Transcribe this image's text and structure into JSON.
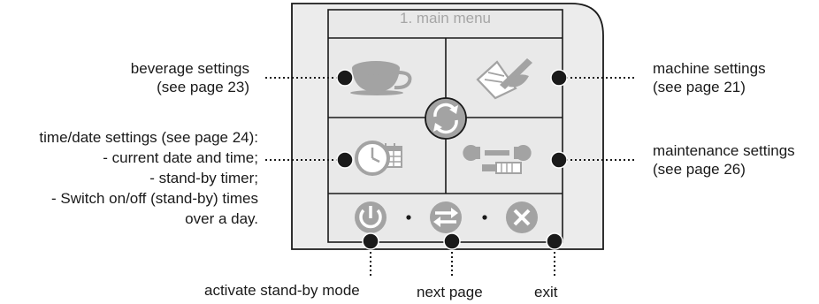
{
  "screen": {
    "title": "1. main menu"
  },
  "callouts": {
    "beverage": [
      "beverage settings",
      "(see page 23)"
    ],
    "machine": [
      "machine settings",
      "(see page 21)"
    ],
    "time_date": [
      "time/date settings (see page 24):",
      "- current date and time;",
      "- stand-by timer;",
      "- Switch on/off (stand-by) times",
      "over a day."
    ],
    "maintenance": [
      "maintenance settings",
      "(see page 26)"
    ],
    "standby": "activate stand-by mode",
    "next_page": "next page",
    "exit": "exit"
  },
  "icons": {
    "beverage": "coffee-cup-icon",
    "machine": "machine-settings-icon",
    "center": "refresh-icon",
    "time_date": "clock-calendar-icon",
    "maintenance": "tools-icon",
    "standby": "power-icon",
    "next_page": "next-page-arrows-icon",
    "exit": "close-x-icon"
  },
  "colors": {
    "panel": "#ececec",
    "screen": "#e8e8e8",
    "icon_gray": "#a3a3a3",
    "dot": "#1a1a1a"
  }
}
